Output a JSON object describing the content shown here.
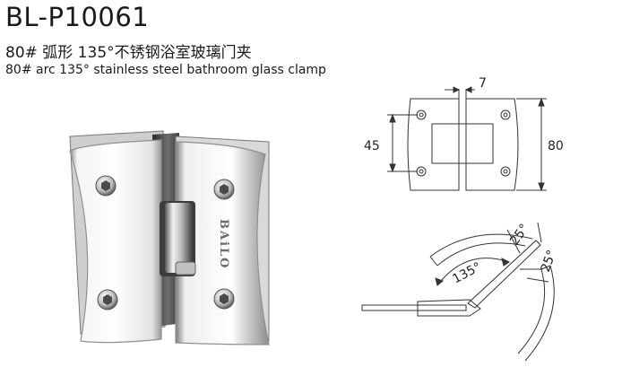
{
  "product": {
    "model": "BL-P10061",
    "title_cn": "80# 弧形 135°不锈钢浴室玻璃门夹",
    "title_en": "80# arc 135° stainless steel bathroom glass clamp",
    "brand_mark": "BAiLO"
  },
  "front_view": {
    "dim_top": "7",
    "dim_left": "45",
    "dim_right": "80"
  },
  "angle_view": {
    "angle_main": "135°",
    "angle_upper": "25°",
    "angle_lower": "25°"
  }
}
